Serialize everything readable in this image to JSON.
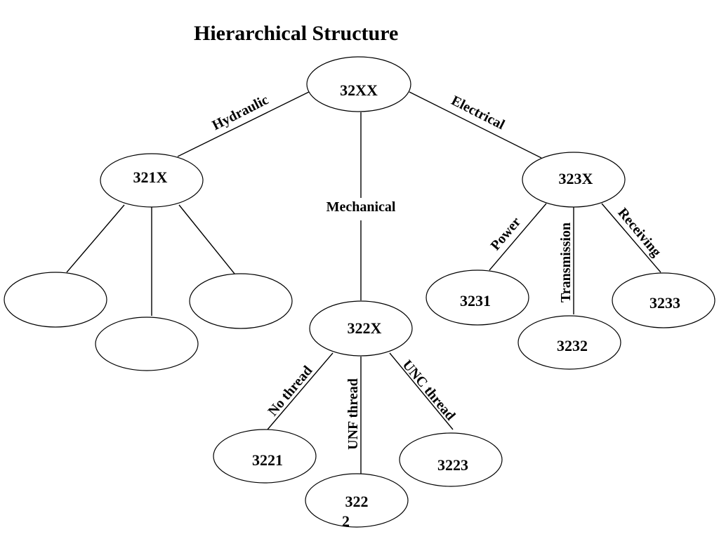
{
  "title": "Hierarchical Structure",
  "nodes": {
    "root": "32XX",
    "hydraulic": "321X",
    "mechanical": "322X",
    "electrical": "323X",
    "hydraulic_child_1": "",
    "hydraulic_child_2": "",
    "hydraulic_child_3": "",
    "mech_child_1": "3221",
    "mech_child_2_line1": "322",
    "mech_child_2_line2": "2",
    "mech_child_3": "3223",
    "elec_child_1": "3231",
    "elec_child_2": "3232",
    "elec_child_3": "3233"
  },
  "edge_labels": {
    "hydraulic": "Hydraulic",
    "mechanical": "Mechanical",
    "electrical": "Electrical",
    "no_thread": "No thread",
    "unf_thread": "UNF thread",
    "unc_thread": "UNC thread",
    "power": "Power",
    "transmission": "Transmission",
    "receiving": "Receiving"
  },
  "colors": {
    "stroke": "#000000",
    "background": "#ffffff"
  }
}
